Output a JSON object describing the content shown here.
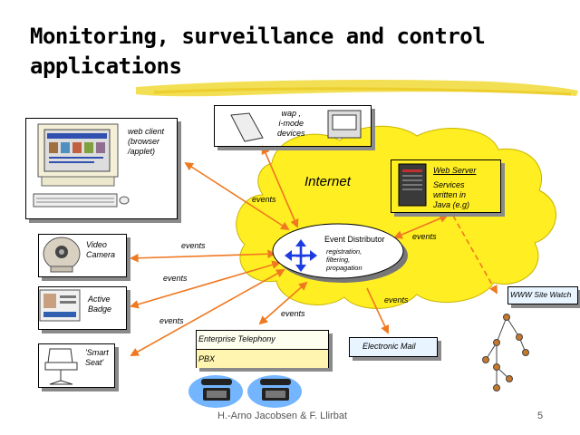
{
  "slide": {
    "title_line1": "Monitoring, surveillance and control",
    "title_line2": "applications",
    "author": "H.-Arno Jacobsen & F. Llirbat",
    "page_number": "5"
  },
  "nodes": {
    "web_client": "web client\n(browser\n/applet)",
    "wap": "wap ,\ni-mode\ndevices",
    "internet": "Internet",
    "web_server_title": "Web Server",
    "web_server_desc": "Services\nwritten in\nJava (e.g)",
    "event_distributor_title": "Event Distributor",
    "event_distributor_desc": "registration,\nfiltering,\npropagation",
    "video_camera": "Video\nCamera",
    "active_badge": "Active\nBadge",
    "smart_seat": "'Smart\nSeat'",
    "enterprise_telephony": "Enterprise Telephony",
    "pbx": "PBX",
    "electronic_mail": "Electronic Mail",
    "www_site_watch": "WWW Site Watch"
  },
  "edge_label": "events",
  "colors": {
    "arrow": "#f07820",
    "cloud": "#ffee22",
    "title_highlight": "#f2dc40",
    "telephony_top": "#fffff0",
    "telephony_bottom": "#fff5b0",
    "email_bg": "#e8f4ff",
    "tree_node": "#c8782a"
  }
}
